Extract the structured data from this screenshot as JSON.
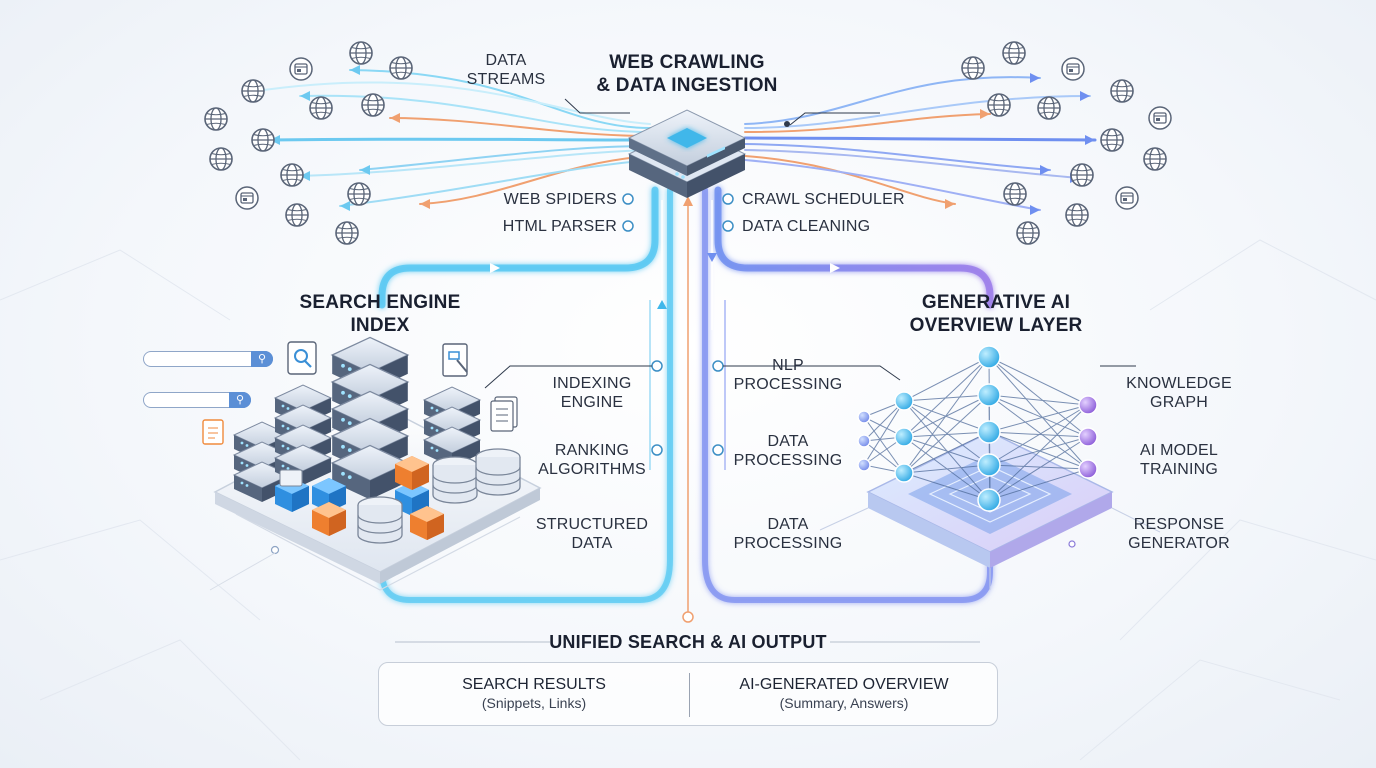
{
  "titles": {
    "crawling": [
      "WEB CRAWLING",
      "& DATA INGESTION"
    ],
    "search_index": [
      "SEARCH ENGINE",
      "INDEX"
    ],
    "generative": [
      "GENERATIVE AI",
      "OVERVIEW LAYER"
    ],
    "output": "UNIFIED SEARCH & AI OUTPUT"
  },
  "crawl_labels": {
    "data_streams": [
      "DATA",
      "STREAMS"
    ],
    "web_spiders": "WEB SPIDERS",
    "html_parser": "HTML PARSER",
    "crawl_scheduler": "CRAWL SCHEDULER",
    "data_cleaning": "DATA CLEANING"
  },
  "index_labels": {
    "indexing_engine": [
      "INDEXING",
      "ENGINE"
    ],
    "ranking_algorithms": [
      "RANKING",
      "ALGORITHMS"
    ],
    "structured_data": [
      "STRUCTURED",
      "DATA"
    ]
  },
  "center_labels": {
    "nlp_processing": [
      "NLP",
      "PROCESSING"
    ],
    "data_processing_1": [
      "DATA",
      "PROCESSING"
    ],
    "data_processing_2": [
      "DATA",
      "PROCESSING"
    ]
  },
  "ai_labels": {
    "knowledge_graph": [
      "KNOWLEDGE",
      "GRAPH"
    ],
    "ai_model_training": [
      "AI MODEL",
      "TRAINING"
    ],
    "response_generator": [
      "RESPONSE",
      "GENERATOR"
    ]
  },
  "output_panel": {
    "search_results": {
      "heading": "SEARCH RESULTS",
      "sub": "(Snippets, Links)"
    },
    "ai_overview": {
      "heading": "AI-GENERATED OVERVIEW",
      "sub": "(Summary, Answers)"
    }
  },
  "colors": {
    "cyan_flow": "#4fc8f0",
    "blue_flow": "#6f8ff0",
    "purple_flow": "#9b7bea",
    "orange_flow": "#f0a070",
    "server": "#5f7088",
    "cube_blue": "#3a9ee8",
    "cube_orange": "#f08a3c",
    "node_cyan": "#35b6ea",
    "node_purple": "#9a6ae0"
  },
  "icons": [
    "globe-icon",
    "browser-icon",
    "search-icon",
    "document-icon",
    "server-icon",
    "database-icon",
    "neural-network-icon"
  ]
}
